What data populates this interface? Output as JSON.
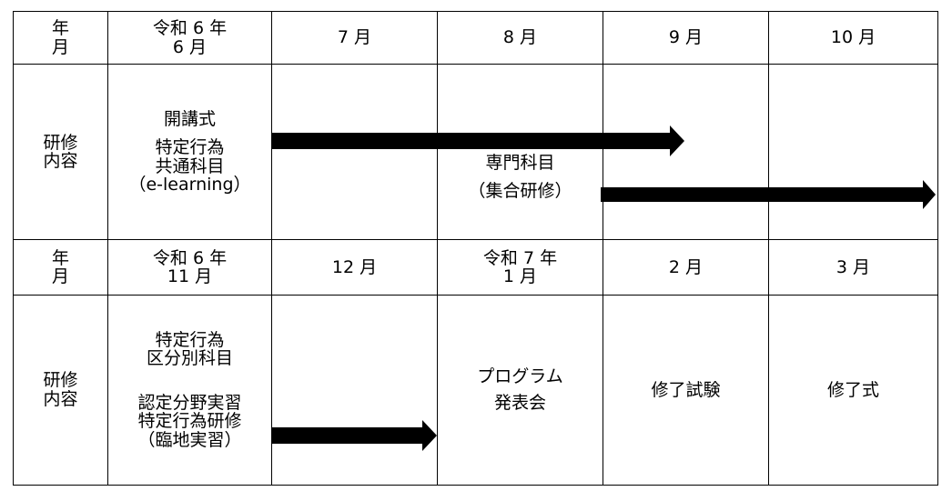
{
  "table": {
    "row1": {
      "label": [
        "年",
        "月"
      ],
      "months": [
        {
          "lines": [
            "令和 6 年",
            "6 月"
          ]
        },
        {
          "lines": [
            "7 月"
          ]
        },
        {
          "lines": [
            "8 月"
          ]
        },
        {
          "lines": [
            "9 月"
          ]
        },
        {
          "lines": [
            "10 月"
          ]
        }
      ]
    },
    "row2": {
      "label": [
        "研修",
        "内容"
      ],
      "col_june": {
        "opening": "開講式",
        "common": [
          "特定行為",
          "共通科目",
          "（e-learning）"
        ]
      },
      "col_august": [
        "専門科目",
        "（集合研修）"
      ]
    },
    "row3": {
      "label": [
        "年",
        "月"
      ],
      "months": [
        {
          "lines": [
            "令和 6 年",
            "11 月"
          ]
        },
        {
          "lines": [
            "12 月"
          ]
        },
        {
          "lines": [
            "令和 7 年",
            "1 月"
          ]
        },
        {
          "lines": [
            "2 月"
          ]
        },
        {
          "lines": [
            "3 月"
          ]
        }
      ]
    },
    "row4": {
      "label": [
        "研修",
        "内容"
      ],
      "col_november": {
        "category": [
          "特定行為",
          "区分別科目"
        ],
        "practice": [
          "認定分野実習",
          "特定行為研修",
          "（臨地実習）"
        ]
      },
      "col_january": [
        "プログラム",
        "発表会"
      ],
      "col_february": "修了試験",
      "col_march": "修了式"
    }
  },
  "arrows": [
    {
      "name": "arrow-common-subjects",
      "spans": "7月〜9月"
    },
    {
      "name": "arrow-specialty-subjects",
      "spans": "9月〜10月"
    },
    {
      "name": "arrow-clinical-practice",
      "spans": "12月"
    }
  ],
  "colors": {
    "border": "#000000",
    "text": "#000000",
    "arrow": "#000000",
    "background": "#ffffff"
  }
}
